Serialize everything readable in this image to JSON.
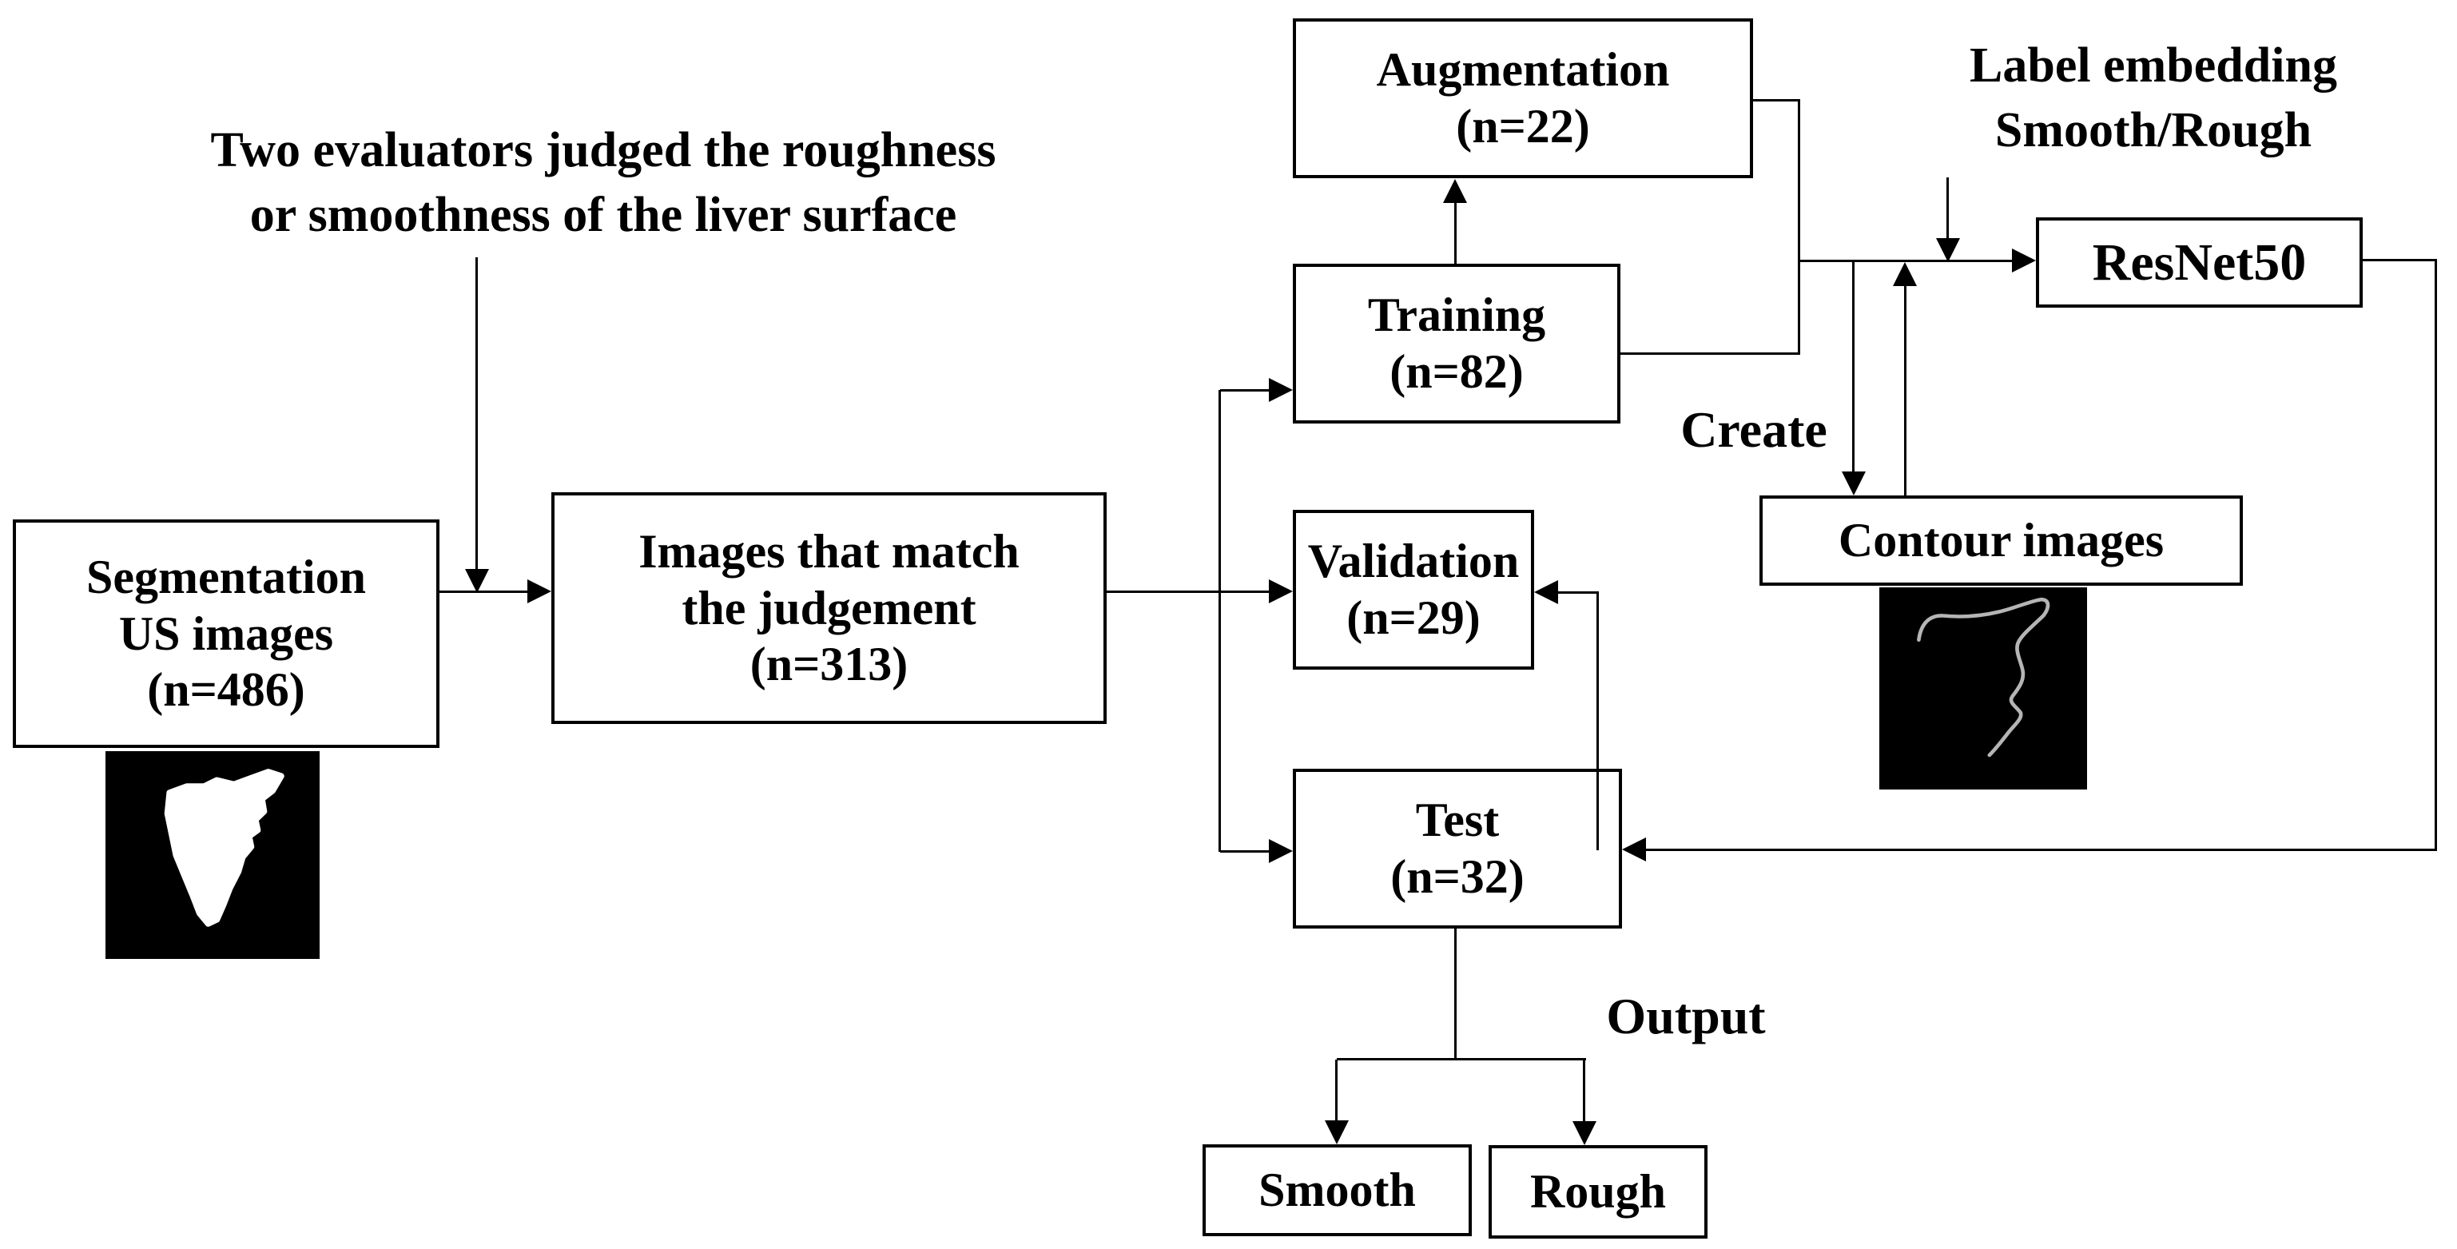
{
  "figure": {
    "type": "flowchart",
    "annotations": {
      "evaluators_note": {
        "line1": "Two evaluators judged the roughness",
        "line2": "or smoothness of the liver surface"
      },
      "label_embedding": {
        "line1": "Label embedding",
        "line2": "Smooth/Rough"
      },
      "create_label": "Create",
      "output_label": "Output"
    },
    "nodes": {
      "segmentation": {
        "line1": "Segmentation",
        "line2": "US images",
        "line3": "(n=486)"
      },
      "images_match": {
        "line1": "Images that match",
        "line2": "the judgement",
        "line3": "(n=313)"
      },
      "augmentation": {
        "line1": "Augmentation",
        "line2": "(n=22)"
      },
      "training": {
        "line1": "Training",
        "line2": "(n=82)"
      },
      "validation": {
        "line1": "Validation",
        "line2": "(n=29)"
      },
      "test": {
        "line1": "Test",
        "line2": "(n=32)"
      },
      "resnet": {
        "label": "ResNet50"
      },
      "contour": {
        "label": "Contour images"
      },
      "smooth": {
        "label": "Smooth"
      },
      "rough": {
        "label": "Rough"
      }
    },
    "counts": {
      "segmentation_us_images": 486,
      "images_matching_judgement": 313,
      "training": 82,
      "augmentation": 22,
      "validation": 29,
      "test": 32
    },
    "images": {
      "liver_mask": "liver-segmentation-mask",
      "liver_contour": "liver-contour-trace"
    },
    "colors": {
      "line": "#000000",
      "box_background": "#ffffff",
      "bitmap_background": "#000000",
      "mask_fill": "#ffffff",
      "contour_stroke": "#b5b5b5"
    }
  }
}
